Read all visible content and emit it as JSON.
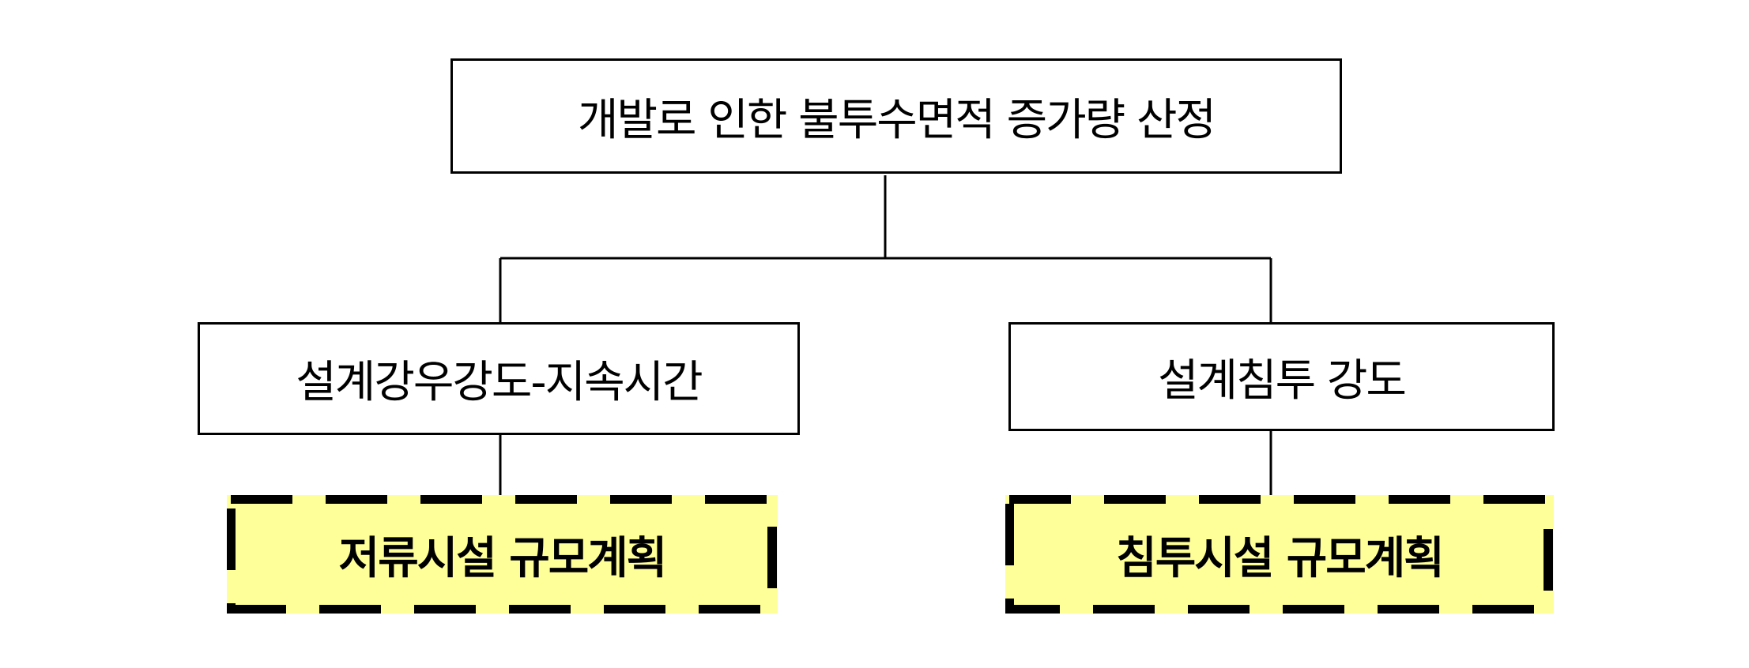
{
  "colors": {
    "line": "#000000",
    "box_fill": "#ffffff",
    "result_fill": "#ffff99",
    "result_border": "#000000"
  },
  "nodes": {
    "top": "개발로 인한 불투수면적 증가량 산정",
    "left": "설계강우강도-지속시간",
    "right": "설계침투 강도",
    "left_result": "저류시설 규모계획",
    "right_result": "침투시설 규모계획"
  }
}
